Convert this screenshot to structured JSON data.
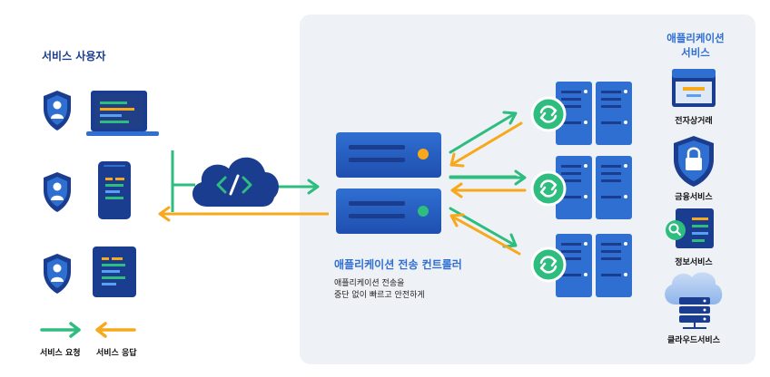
{
  "users_panel": {
    "title": "서비스 사용자"
  },
  "controller": {
    "title": "애플리케이션 전송 컨트롤러",
    "desc_line1": "애플리케이션 전송을",
    "desc_line2": "중단 없이 빠르고 안전하게"
  },
  "services_panel": {
    "title_line1": "애플리케이션",
    "title_line2": "서비스",
    "items": [
      {
        "label": "전자상거래",
        "icon": "ecommerce-browser-icon"
      },
      {
        "label": "금융서비스",
        "icon": "shield-lock-icon"
      },
      {
        "label": "정보서비스",
        "icon": "search-document-icon"
      },
      {
        "label": "클라우드서비스",
        "icon": "cloud-server-icon"
      }
    ]
  },
  "legend": {
    "request_label": "서비스 요청",
    "response_label": "서비스 응답"
  },
  "colors": {
    "request": "#2ebd7f",
    "response": "#f7a81b",
    "navy": "#1a3d8f",
    "blue": "#2f6fd1",
    "panel": "#eef1f6",
    "accent_title": "#2f6fd1"
  }
}
